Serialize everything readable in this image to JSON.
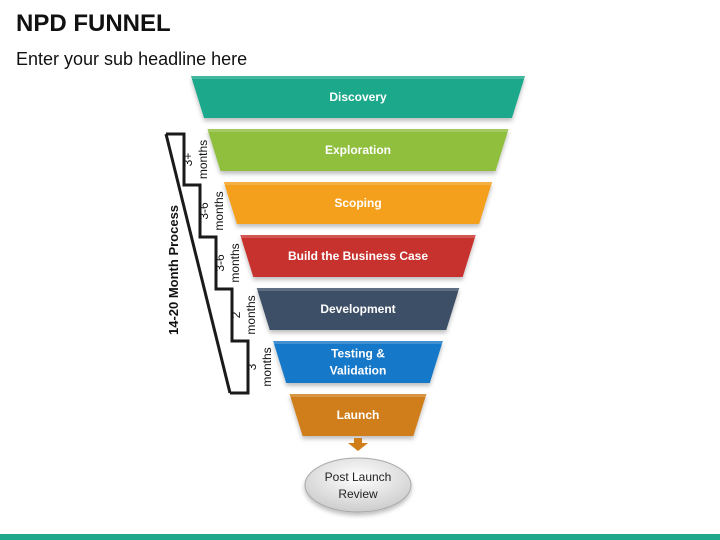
{
  "header": {
    "title": "NPD FUNNEL",
    "subtitle": "Enter your sub headline here"
  },
  "funnel": {
    "stages": [
      {
        "label": [
          "Discovery"
        ],
        "color": "#1fa88a"
      },
      {
        "label": [
          "Exploration"
        ],
        "color": "#8fbf3d"
      },
      {
        "label": [
          "Scoping"
        ],
        "color": "#f5a01f"
      },
      {
        "label": [
          "Build the Business Case"
        ],
        "color": "#c8332d"
      },
      {
        "label": [
          "Development"
        ],
        "color": "#3d5066"
      },
      {
        "label": [
          "Testing &",
          "Validation"
        ],
        "color": "#1578c8"
      },
      {
        "label": [
          "Launch"
        ],
        "color": "#d07e1a"
      }
    ],
    "arrow_color": "#d07e1a",
    "final_step": [
      "Post Launch",
      "Review"
    ]
  },
  "process": {
    "label": "14-20 Month Process",
    "durations": [
      [
        "3+",
        "months"
      ],
      [
        "3-6",
        "months"
      ],
      [
        "3-6",
        "months"
      ],
      [
        "2",
        "months"
      ],
      [
        "3",
        "months"
      ]
    ]
  },
  "footer": {
    "bar_color": "#1fa88a"
  }
}
